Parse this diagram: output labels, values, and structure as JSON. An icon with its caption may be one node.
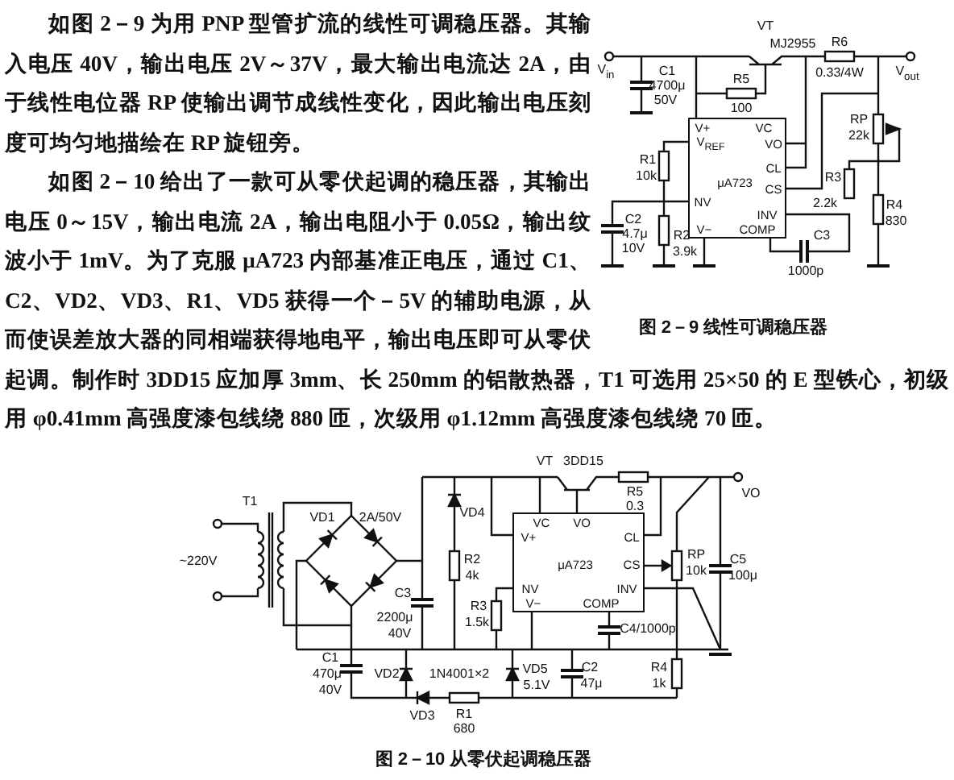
{
  "diagram": {
    "nodes": [
      {
        "text": [
          "V+",
          "VC",
          "V$_{REF}$",
          "VO",
          "CL",
          "μA723",
          "CS",
          "NV",
          "INV",
          "V−",
          "COMP"
        ]
      },
      {
        "text": [
          "VC",
          "VO",
          "V+",
          "CL",
          "μA723",
          "CS",
          "NV",
          "INV",
          "V−",
          "COMP"
        ]
      }
    ],
    "labels": [
      "如图 2－9 为用 PNP 型管扩流的线性可调稳压器。其输入电压 40V，输出电压 2V～37V，最大输出电流达 2A，由于线性电位器 RP 使输出调节成线性变化，因此输出电压刻度可均匀地描绘在 RP 旋钮旁。",
      "如图 2－10 给出了一款可从零伏起调的稳压器，其输出电压 0～15V，输出电流 2A，输出电阻小于 0.05Ω，输出纹波小于 1mV。为了克服 μA723 内部基准正电压，通过 C1、C2、VD2、VD3、R1、VD5 获得一个－5V 的辅助电源，从而使误差放大器的同相端获得地电平，输出电压即可从零伏起调。制作时 3DD15 应加厚 3mm、长 250mm 的铝散热器，T1 可选用 25×50 的 E 型铁心，初级用 φ0.41mm 高强度漆包线绕 880 匝，次级用 φ1.12mm 高强度漆包线绕 70 匝。",
      "图 2－9 线性可调稳压器",
      "V$_{in}$",
      "C1",
      "4700μ",
      "50V",
      "VT",
      "MJ2955",
      "R5",
      "100",
      "R6",
      "0.33/4W",
      "V$_{out}$",
      "R1",
      "10k",
      "C2",
      "4.7μ",
      "10V",
      "R2",
      "3.9k",
      "C3",
      "1000p",
      "RP",
      "22k",
      "R3",
      "2.2k",
      "R4",
      "830",
      "T1",
      "~220V",
      "VD1",
      "2A/50V",
      "C3",
      "2200μ",
      "40V",
      "VD4",
      "R2",
      "4k",
      "R3",
      "1.5k",
      "VT",
      "3DD15",
      "R5",
      "0.3",
      "VO",
      "RP",
      "10k",
      "C5",
      "100μ",
      "C4/1000p",
      "C1",
      "470μ",
      "40V",
      "VD2",
      "1N4001×2",
      "VD3",
      "R1",
      "680",
      "VD5",
      "5.1V",
      "C2",
      "47μ",
      "R4",
      "1k",
      "图 2－10 从零伏起调稳压器"
    ]
  }
}
